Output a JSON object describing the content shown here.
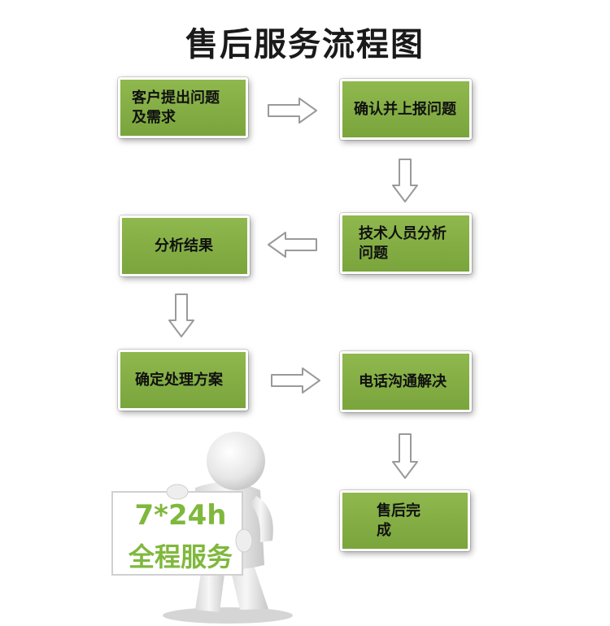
{
  "title": "售后服务流程图",
  "steps": {
    "s1": "客户提出问题及需求",
    "s2": "确认并上报问题",
    "s3": "技术人员分析问题",
    "s4": "分析结果",
    "s5": "确定处理方案",
    "s6": "电话沟通解决",
    "s7": "售后完成"
  },
  "sign": {
    "line1": "7*24h",
    "line2": "全程服务"
  },
  "colors": {
    "box_green": "#7fab42",
    "sign_text_green": "#7fb83c",
    "arrow_fill": "#ffffff",
    "arrow_stroke": "#a0a0a0"
  }
}
